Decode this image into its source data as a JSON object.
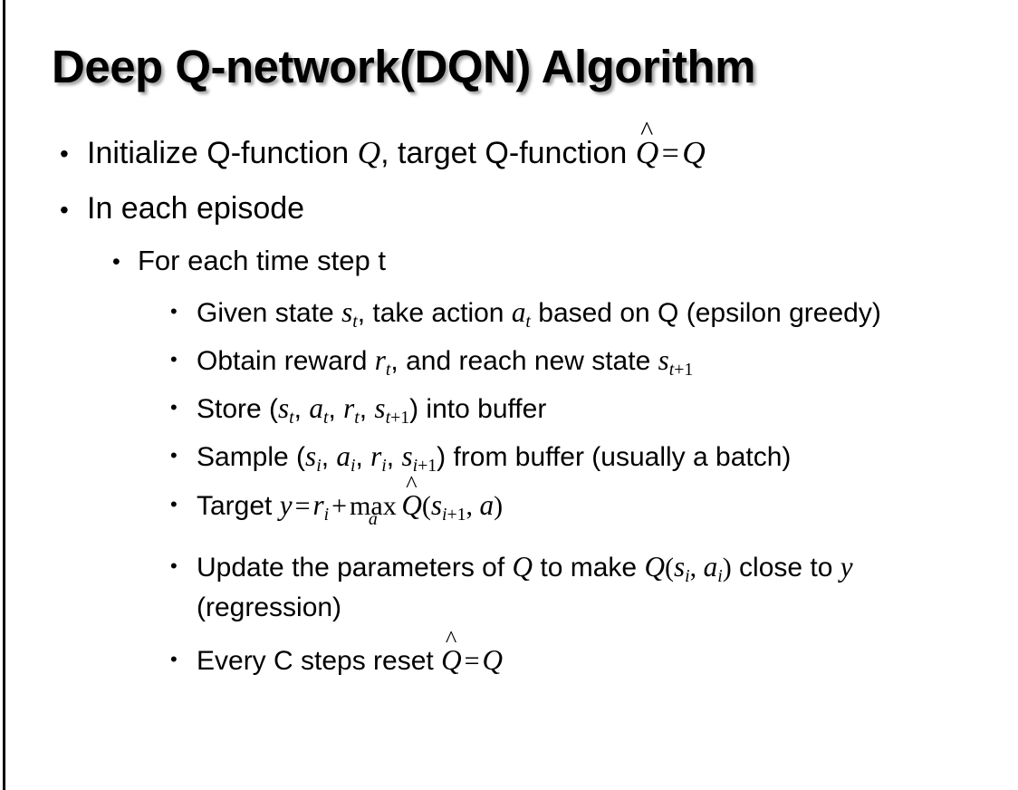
{
  "slide": {
    "title": "Deep Q-network(DQN) Algorithm",
    "background_color": "#ffffff",
    "text_color": "#000000",
    "edge_rule_color": "#000000",
    "bullet_glyph": "•"
  },
  "content": {
    "l1_initialize": {
      "pre": "Initialize Q-function ",
      "var_q1": "Q",
      "mid": ", target Q-function ",
      "var_qhat": "Q",
      "hat": "̂",
      "equals": "=",
      "var_q2": "Q"
    },
    "l1_in_each_episode": "In each episode",
    "l2_for_each_time_step": "For each time step t",
    "l3_given_state": {
      "pre": "Given state ",
      "var_s": "s",
      "sub_s": "t",
      "mid": ", take action ",
      "var_a": "a",
      "sub_a": "t",
      "post": " based on Q (epsilon greedy)"
    },
    "l3_obtain_reward": {
      "pre": "Obtain reward ",
      "var_r": "r",
      "sub_r": "t",
      "mid": ", and reach new state ",
      "var_s": "s",
      "sub_s_t": "t",
      "sub_s_plus": "+1"
    },
    "l3_store": {
      "pre": "Store (",
      "var_s": "s",
      "sub_s": "t",
      "c1": ", ",
      "var_a": "a",
      "sub_a": "t",
      "c2": ", ",
      "var_r": "r",
      "sub_r": "t",
      "c3": ", ",
      "var_s2": "s",
      "sub_s2_t": "t",
      "sub_s2_plus": "+1",
      "post": ") into buffer"
    },
    "l3_sample": {
      "pre": "Sample (",
      "var_s": "s",
      "sub_s": "i",
      "c1": ", ",
      "var_a": "a",
      "sub_a": "i",
      "c2": ", ",
      "var_r": "r",
      "sub_r": "i",
      "c3": ", ",
      "var_s2": "s",
      "sub_s2_i": "i",
      "sub_s2_plus": "+1",
      "post": ") from buffer (usually a batch)"
    },
    "l3_target": {
      "pre": "Target ",
      "var_y": "y",
      "equals": "=",
      "var_r": "r",
      "sub_r": "i",
      "plus": "+",
      "max_label": "max",
      "max_sub": "a",
      "var_qhat": "Q",
      "hat": "̂",
      "open": "(",
      "var_s": "s",
      "sub_s_i": "i",
      "sub_s_plus": "+1",
      "comma": ", ",
      "var_a": "a",
      "close": ")"
    },
    "l3_update": {
      "pre": "Update the parameters of ",
      "var_q1": "Q",
      "mid": " to make ",
      "var_q2": "Q",
      "open": "(",
      "var_s": "s",
      "sub_s": "i",
      "comma": ", ",
      "var_a": "a",
      "sub_a": "i",
      "close": ")",
      "post": " close to ",
      "var_y": "y",
      "tail": " (regression)"
    },
    "l3_every_c_steps": {
      "pre": "Every C steps reset ",
      "var_qhat": "Q",
      "hat": "̂",
      "equals": "=",
      "var_q": "Q"
    }
  }
}
